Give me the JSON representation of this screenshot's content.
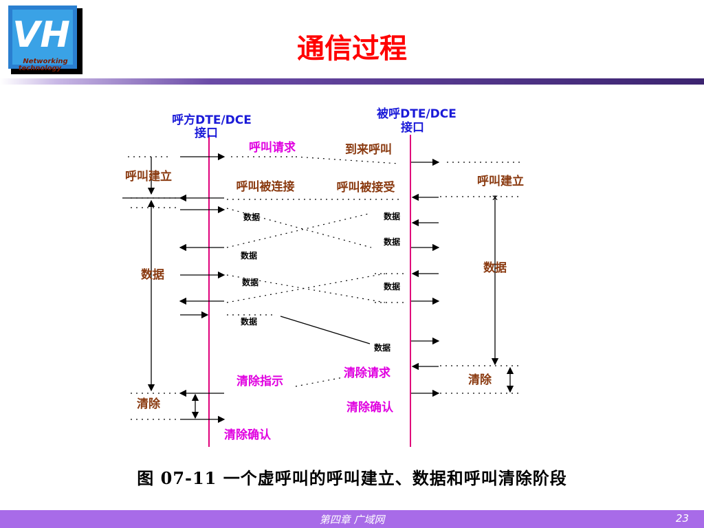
{
  "logo": {
    "letters": "VH",
    "text_line1": "Networking",
    "text_line2": "technology"
  },
  "title": "通信过程",
  "diagram": {
    "left_header_line1": "呼方DTE/DCE",
    "left_header_line2": "接口",
    "right_header_line1": "被呼DTE/DCE",
    "right_header_line2": "接口",
    "call_request": "呼叫请求",
    "incoming_call": "到来呼叫",
    "call_setup_left": "呼叫建立",
    "call_setup_right": "呼叫建立",
    "call_connected": "呼叫被连接",
    "call_accepted": "呼叫被接受",
    "data_left": "数据",
    "data_right": "数据",
    "data_small": "数据",
    "clear_indication": "清除指示",
    "clear_request": "清除请求",
    "clear_left": "清除",
    "clear_right": "清除",
    "clear_confirm_right": "清除确认",
    "clear_confirm_left": "清除确认"
  },
  "caption": "图 07-11  一个虚呼叫的呼叫建立、数据和呼叫清除阶段",
  "footer": {
    "chapter": "第四章 广域网",
    "page": "23"
  },
  "colors": {
    "interface_line": "#e0007a",
    "label_blue": "#1a1ad8",
    "label_brown": "#8a3a10",
    "label_magenta": "#e000e0",
    "footer_bg": "#a86be8",
    "title": "#ff0000"
  }
}
